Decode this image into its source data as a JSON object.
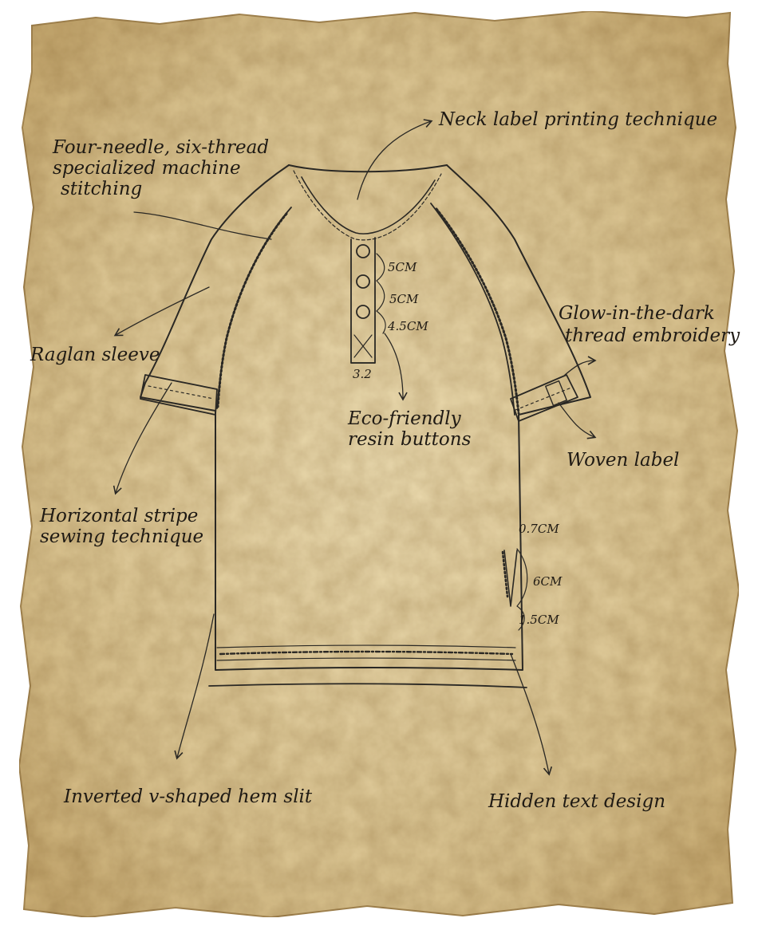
{
  "palette": {
    "paper": "#dcc796",
    "paper_light": "#e9d9ae",
    "paper_edge": "#b89a62",
    "ink": "#2a2824",
    "text": "#1f1a14"
  },
  "labels": {
    "neck_label": "Neck label printing technique",
    "stitching": [
      "Four-needle, six-thread",
      "specialized machine",
      "stitching"
    ],
    "glow_thread": [
      "Glow-in-the-dark",
      "thread embroidery"
    ],
    "raglan_sleeve": "Raglan sleeve",
    "eco_buttons": [
      "Eco-friendly",
      "resin buttons"
    ],
    "woven_label": "Woven label",
    "horizontal_stripe": [
      "Horizontal stripe",
      "sewing technique"
    ],
    "hem_slit": "Inverted v-shaped hem slit",
    "hidden_text": "Hidden text design"
  },
  "measurements": {
    "button_gap_1": "5CM",
    "button_gap_2": "5CM",
    "button_gap_3": "4.5CM",
    "placket_bottom": "3.2",
    "slit_top": "0.7CM",
    "slit_length": "6CM",
    "slit_bottom": "1.5CM"
  }
}
